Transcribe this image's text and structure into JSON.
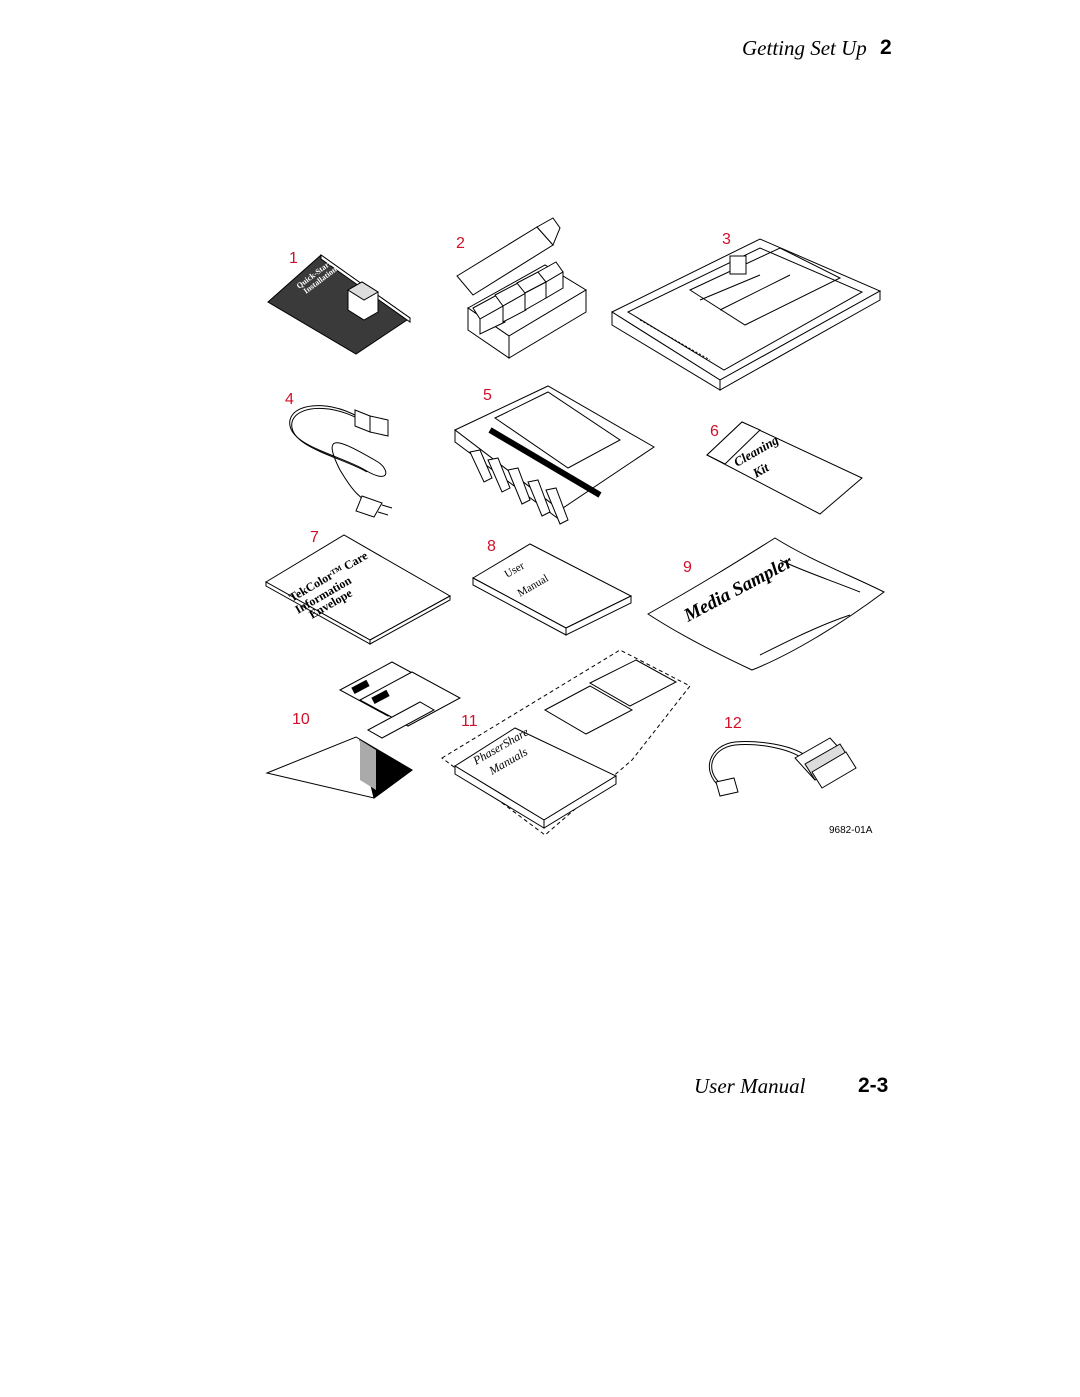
{
  "header": {
    "section_title": "Getting Set Up",
    "chapter_number": "2"
  },
  "footer": {
    "manual_title": "User Manual",
    "page_number": "2-3"
  },
  "figure": {
    "figure_id": "9682-01A",
    "callouts": [
      "1",
      "2",
      "3",
      "4",
      "5",
      "6",
      "7",
      "8",
      "9",
      "10",
      "11",
      "12"
    ],
    "item_labels": {
      "quick_start_line1": "Quick-Start",
      "quick_start_line2": "Installation",
      "cleaning_line1": "Cleaning",
      "cleaning_line2": "Kit",
      "tekcolor_line1": "TekColor™ Care",
      "tekcolor_line2": "Information",
      "tekcolor_line3": "Envelope",
      "user_manual_line1": "User",
      "user_manual_line2": "Manual",
      "media_sampler": "Media Sampler",
      "phasershare_line1": "PhaserShare",
      "phasershare_line2": "Manuals"
    },
    "callout_color": "#d0102a"
  }
}
